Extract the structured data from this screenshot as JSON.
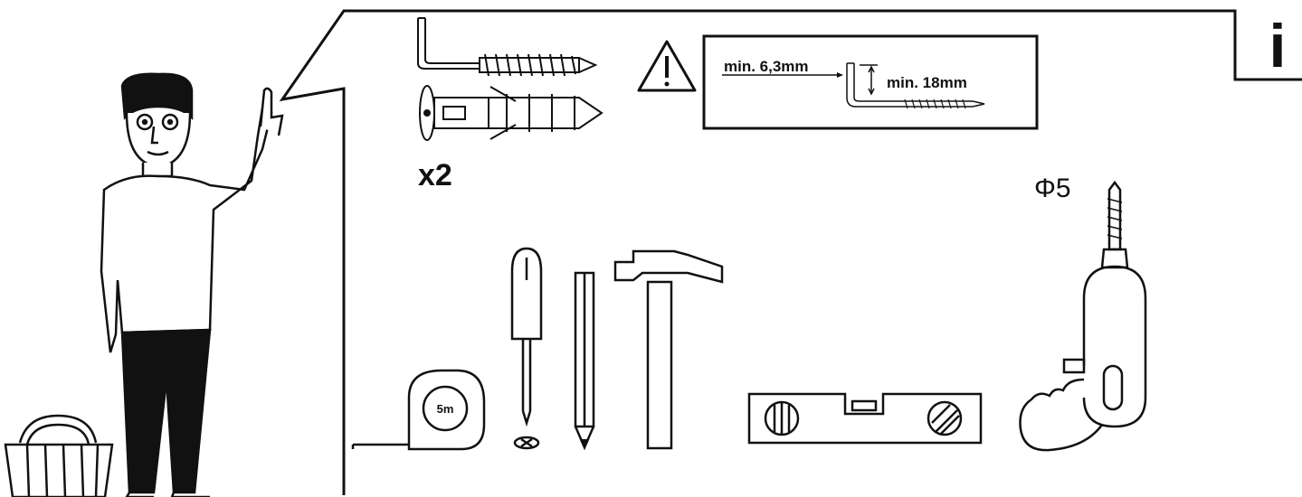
{
  "warning": {
    "min_hook_diameter": "min. 6,3mm",
    "min_hook_length": "min. 18mm"
  },
  "quantity_label": "x2",
  "drill_bit_label": "Φ5",
  "tape_measure_label": "5m",
  "info_badge": "i",
  "icons": {
    "person": "person-pointing-icon",
    "hook_screw": "l-hook-screw-icon",
    "wall_plug": "wall-plug-icon",
    "warning": "warning-triangle-icon",
    "tape_measure": "tape-measure-icon",
    "screwdriver": "phillips-screwdriver-icon",
    "pencil": "pencil-icon",
    "hammer": "hammer-icon",
    "spirit_level": "spirit-level-icon",
    "drill": "power-drill-icon",
    "basket": "basket-icon"
  }
}
